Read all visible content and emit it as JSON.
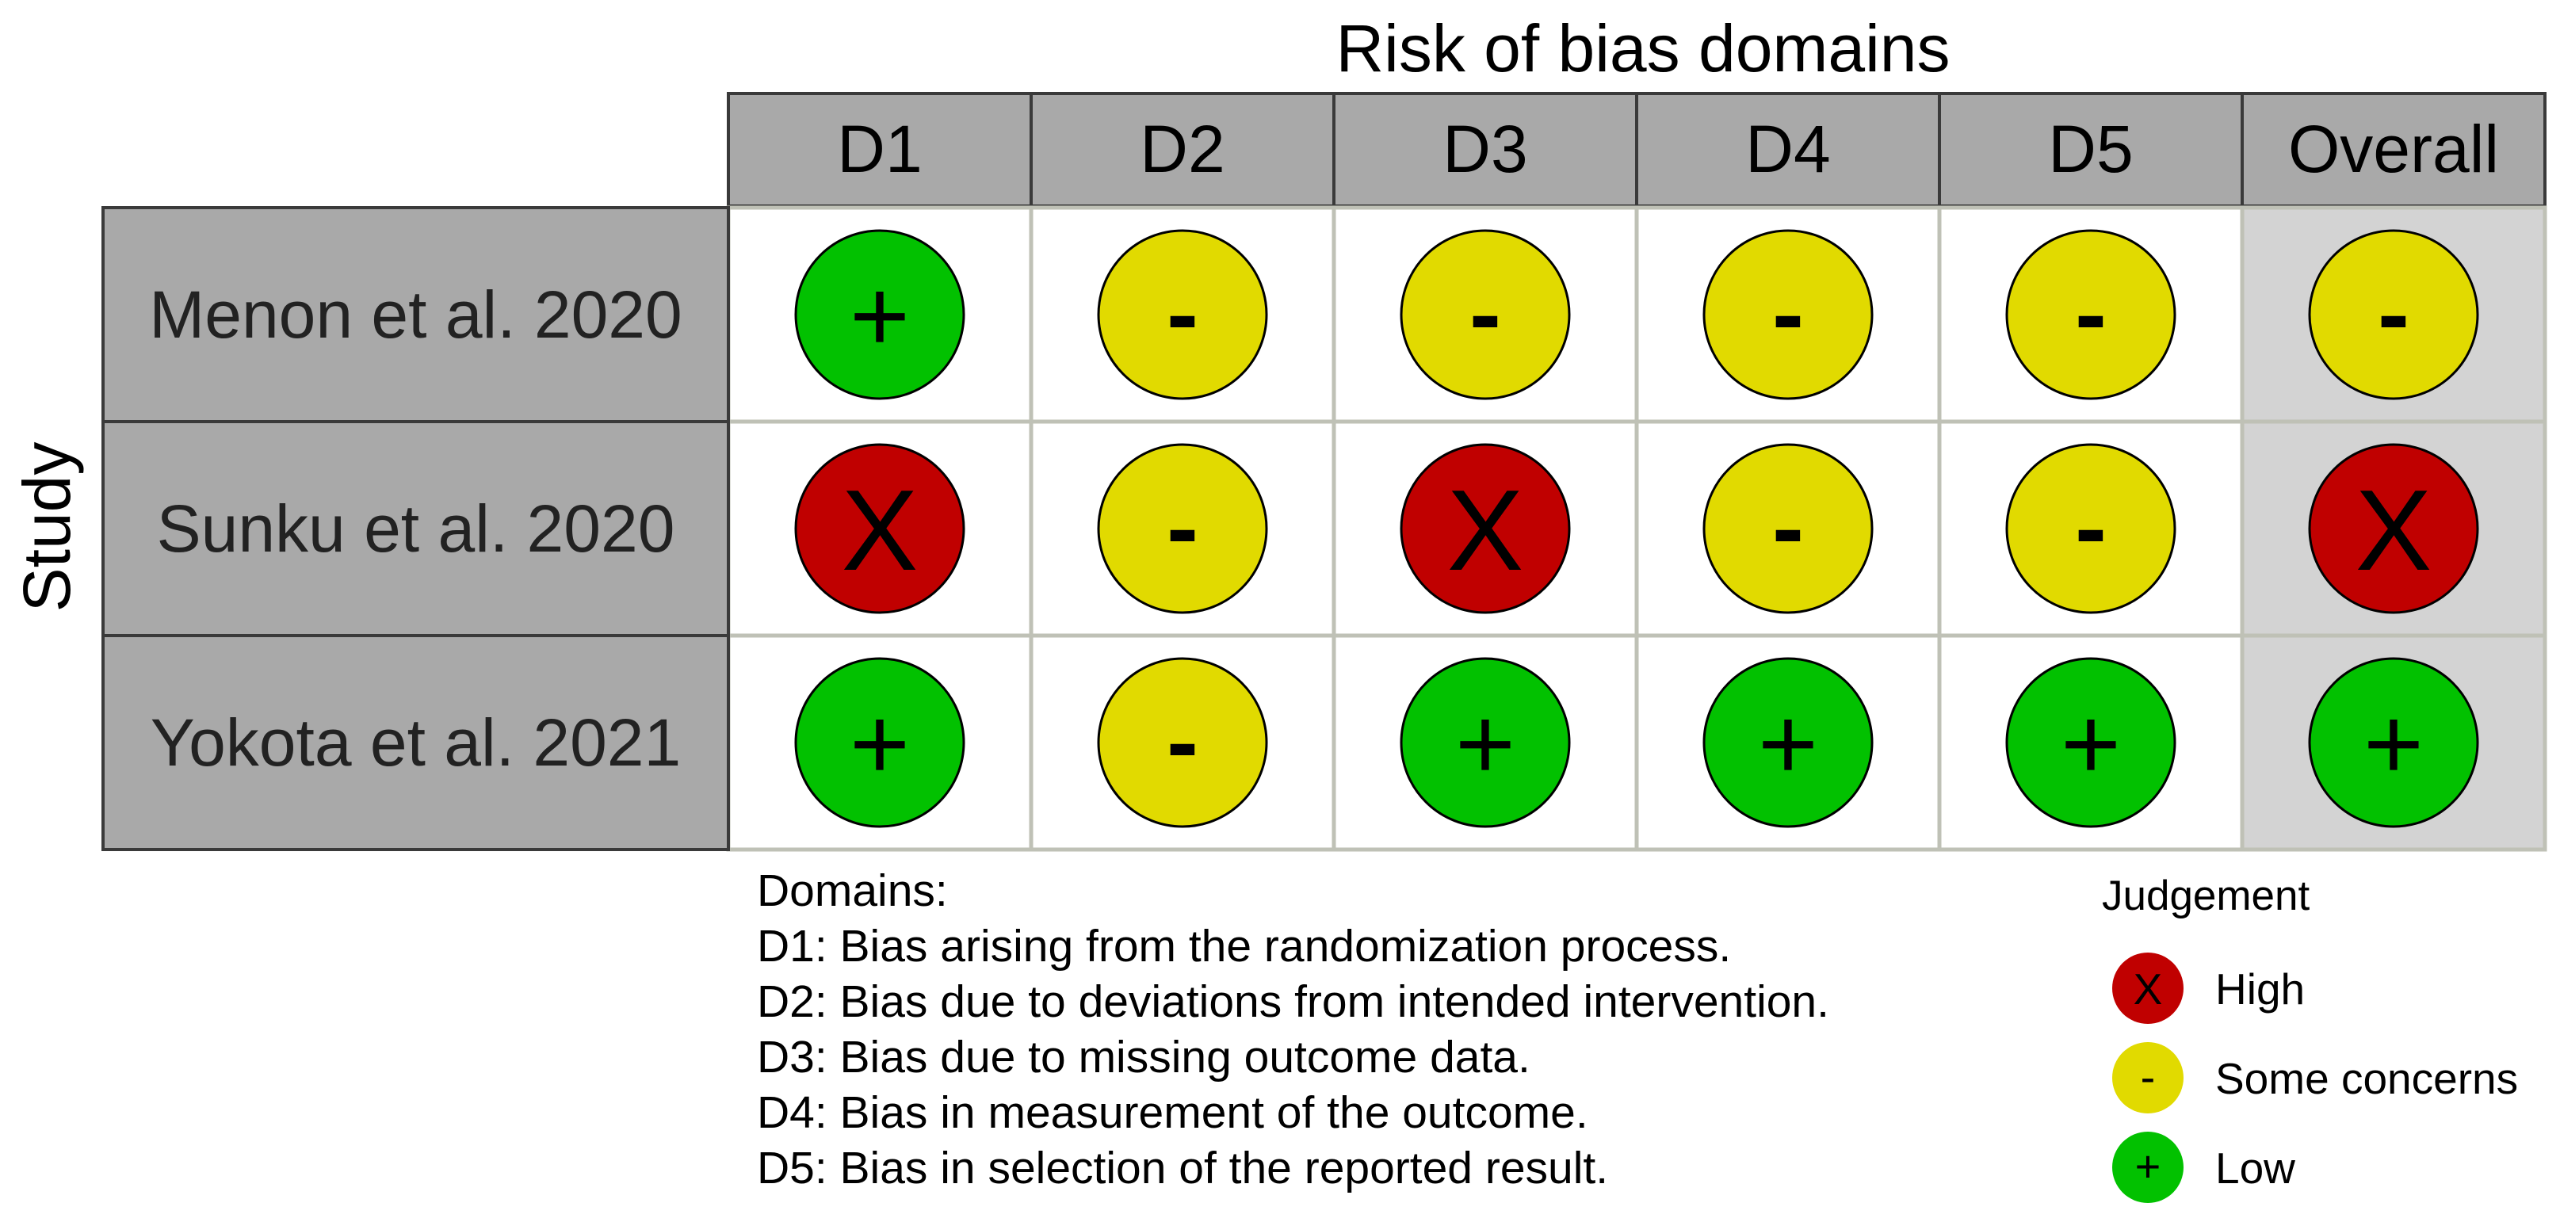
{
  "chart_data": {
    "type": "table",
    "title": "Risk of bias domains",
    "row_axis_label": "Study",
    "columns": [
      "D1",
      "D2",
      "D3",
      "D4",
      "D5",
      "Overall"
    ],
    "studies": [
      {
        "name": "Menon et al. 2020",
        "judgements": [
          "Low",
          "Some concerns",
          "Some concerns",
          "Some concerns",
          "Some concerns",
          "Some concerns"
        ]
      },
      {
        "name": "Sunku et al. 2020",
        "judgements": [
          "High",
          "Some concerns",
          "High",
          "Some concerns",
          "Some concerns",
          "High"
        ]
      },
      {
        "name": "Yokota et al. 2021",
        "judgements": [
          "Low",
          "Some concerns",
          "Low",
          "Low",
          "Low",
          "Low"
        ]
      }
    ],
    "domains_heading": "Domains:",
    "domain_descriptions": [
      "D1: Bias arising from the randomization process.",
      "D2: Bias due to deviations from intended intervention.",
      "D3: Bias due to missing outcome data.",
      "D4: Bias in measurement of the outcome.",
      "D5: Bias in selection of the reported result."
    ],
    "legend": {
      "title": "Judgement",
      "items": [
        {
          "label": "High",
          "symbol": "X"
        },
        {
          "label": "Some concerns",
          "symbol": "-"
        },
        {
          "label": "Low",
          "symbol": "+"
        }
      ]
    },
    "colors": {
      "High": "#c00000",
      "Some concerns": "#e1da00",
      "Low": "#02c100",
      "header_fill": "#a9a9a9",
      "overall_fill": "#d3d3d3",
      "cell_border": "#bfc1b6"
    }
  }
}
